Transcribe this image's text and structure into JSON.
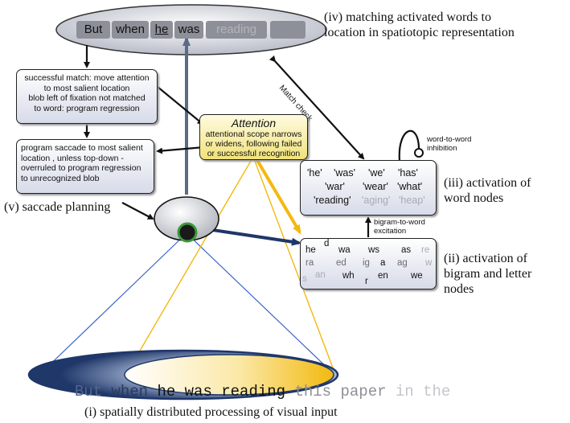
{
  "iv_words": [
    "But",
    "when",
    "he",
    "was",
    "reading",
    ""
  ],
  "labels": {
    "iv": [
      "(iv) matching activated words to",
      "location in spatiotopic representation"
    ],
    "iii": [
      "(iii) activation of",
      "word nodes"
    ],
    "ii": [
      "(ii) activation of",
      "bigram and letter",
      "nodes"
    ],
    "v": "(v) saccade planning",
    "i": "(i) spatially distributed processing of visual input",
    "match_check": "Match check",
    "w2w_inhibition": [
      "word-to-word",
      "inhibition"
    ],
    "bigram_excitation": [
      "bigram-to-word",
      "excitation"
    ]
  },
  "boxes": {
    "match_box": [
      "successful match: move attention",
      "to most salient location",
      "blob left of fixation not matched",
      "to word: program regression"
    ],
    "saccade_box": [
      "program saccade to most salient",
      "location , unless top-down -",
      "overruled to program regression",
      "to unrecognized blob"
    ],
    "attention_title": "Attention",
    "attention_text": [
      "attentional scope narrows",
      "or widens, following failed",
      "or successful recognition"
    ]
  },
  "word_nodes": [
    {
      "text": "'he'",
      "active": true
    },
    {
      "text": "'was'",
      "active": true
    },
    {
      "text": "'we'",
      "active": true
    },
    {
      "text": "'has'",
      "active": true
    },
    {
      "text": "'war'",
      "active": true
    },
    {
      "text": "'wear'",
      "active": true
    },
    {
      "text": "'what'",
      "active": true
    },
    {
      "text": "'reading'",
      "active": true
    },
    {
      "text": "'aging'",
      "active": false
    },
    {
      "text": "'heap'",
      "active": false
    }
  ],
  "bigram_nodes": [
    "he",
    "d",
    "wa",
    "ws",
    "as",
    "re",
    "ra",
    "ed",
    "ig",
    "a",
    "ag",
    "w",
    "s",
    "an",
    "wh",
    "r",
    "en",
    "we"
  ],
  "visual_input": {
    "segments": [
      "But ",
      "when ",
      "he was reading",
      " this paper",
      " in the"
    ]
  },
  "colors": {
    "gold": "#f2b90f",
    "navy": "#1f3769",
    "box_fill": "#dfe2ee",
    "attention_fill": "#f4e98e"
  }
}
